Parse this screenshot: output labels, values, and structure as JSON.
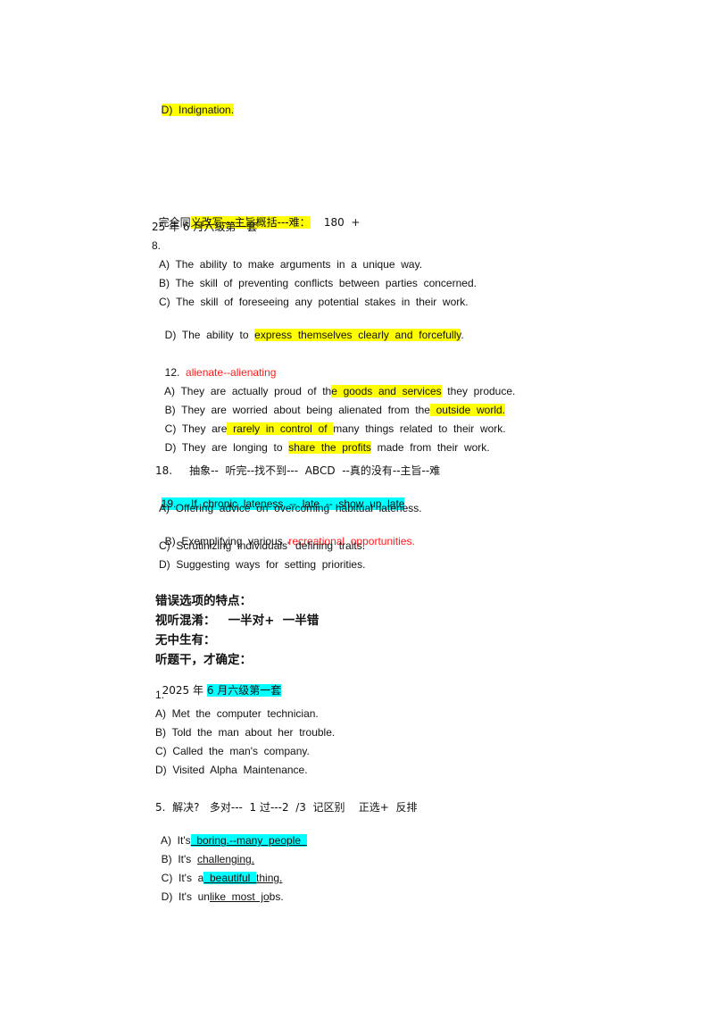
{
  "top": {
    "option_d": "D)  Indignation."
  },
  "section1": {
    "heading_a": "完全同",
    "heading_b": "义改写---主旨概括---难：",
    "heading_c": "    180  +",
    "exam": "25 年 6 月六级第一套",
    "q8": {
      "num": "8.",
      "a": "A)  The  ability  to  make  arguments  in  a  unique  way.",
      "b": "B)  The  skill  of  preventing  conflicts  between  parties  concerned.",
      "c": "C)  The  skill  of  foreseeing  any  potential  stakes  in  their  work.",
      "d_pre": "D)  The  ability  to  ",
      "d_hl": "express  themselves  clearly  and  forcefully",
      "d_post": "."
    },
    "q12": {
      "num": "12.  ",
      "note": "alienate--alienating",
      "a_pre": "A)  They  are  actually  proud  of  th",
      "a_hl": "e  goods  and  services",
      "a_post": "  they  produce.",
      "b_pre": "B)  They  are  worried  about  being  alienated  from  the",
      "b_hl": "  outside  world.",
      "c_pre": "C)  They  are",
      "c_hl": "  rarely  in  control  of  ",
      "c_post": "many  things  related  to  their  work.",
      "d_pre": "D)  They  are  longing  to  ",
      "d_hl": "share  the  profits",
      "d_post": "  made  from  their  work."
    },
    "q18": {
      "text": "18.     抽象--  听完--找不到---  ABCD  --真的没有--主旨--难"
    },
    "q19": {
      "heading": "19.     If  chronic  lateness  --  late  --  show  up  late",
      "a": "A)  Offering  advice  on  overcoming  habitual  lateness.",
      "b_pre": "B)  Exemplifying  various  ",
      "b_red": "recreational  opportunities.",
      "c": "C)  Scrutinizing  individuals'  defining  traits.",
      "d": "D)  Suggesting  ways  for  setting  priorities."
    }
  },
  "section2": {
    "title": "错误选项的特点：",
    "point1": "视听混淆：   一半对+  一半错",
    "point2": "无中生有：",
    "point3": "听题干，才确定：",
    "exam_pre": "2025 年 ",
    "exam_hl": "6 月六级第一套",
    "q1": {
      "num": "1.",
      "a": "A)  Met  the  computer  technician.",
      "b": "B)  Told  the  man  about  her  trouble.",
      "c": "C)  Called  the  man's  company.",
      "d": "D)  Visited  Alpha  Maintenance."
    },
    "q5": {
      "heading": "5.  解决?   多对---  1 过---2  /3  记区别    正选+  反排",
      "a_pre": "A)  It's",
      "a_hl": "  boring.--many  people  ",
      "b_pre": "B)  It's  ",
      "b_ul": "challenging.",
      "c_pre": "C)  It's  a",
      "c_hl": "  beautiful  ",
      "c_ul": "thing.",
      "d_pre": "D)  It's  un",
      "d_ul": "like  most  jo",
      "d_post": "bs."
    }
  }
}
